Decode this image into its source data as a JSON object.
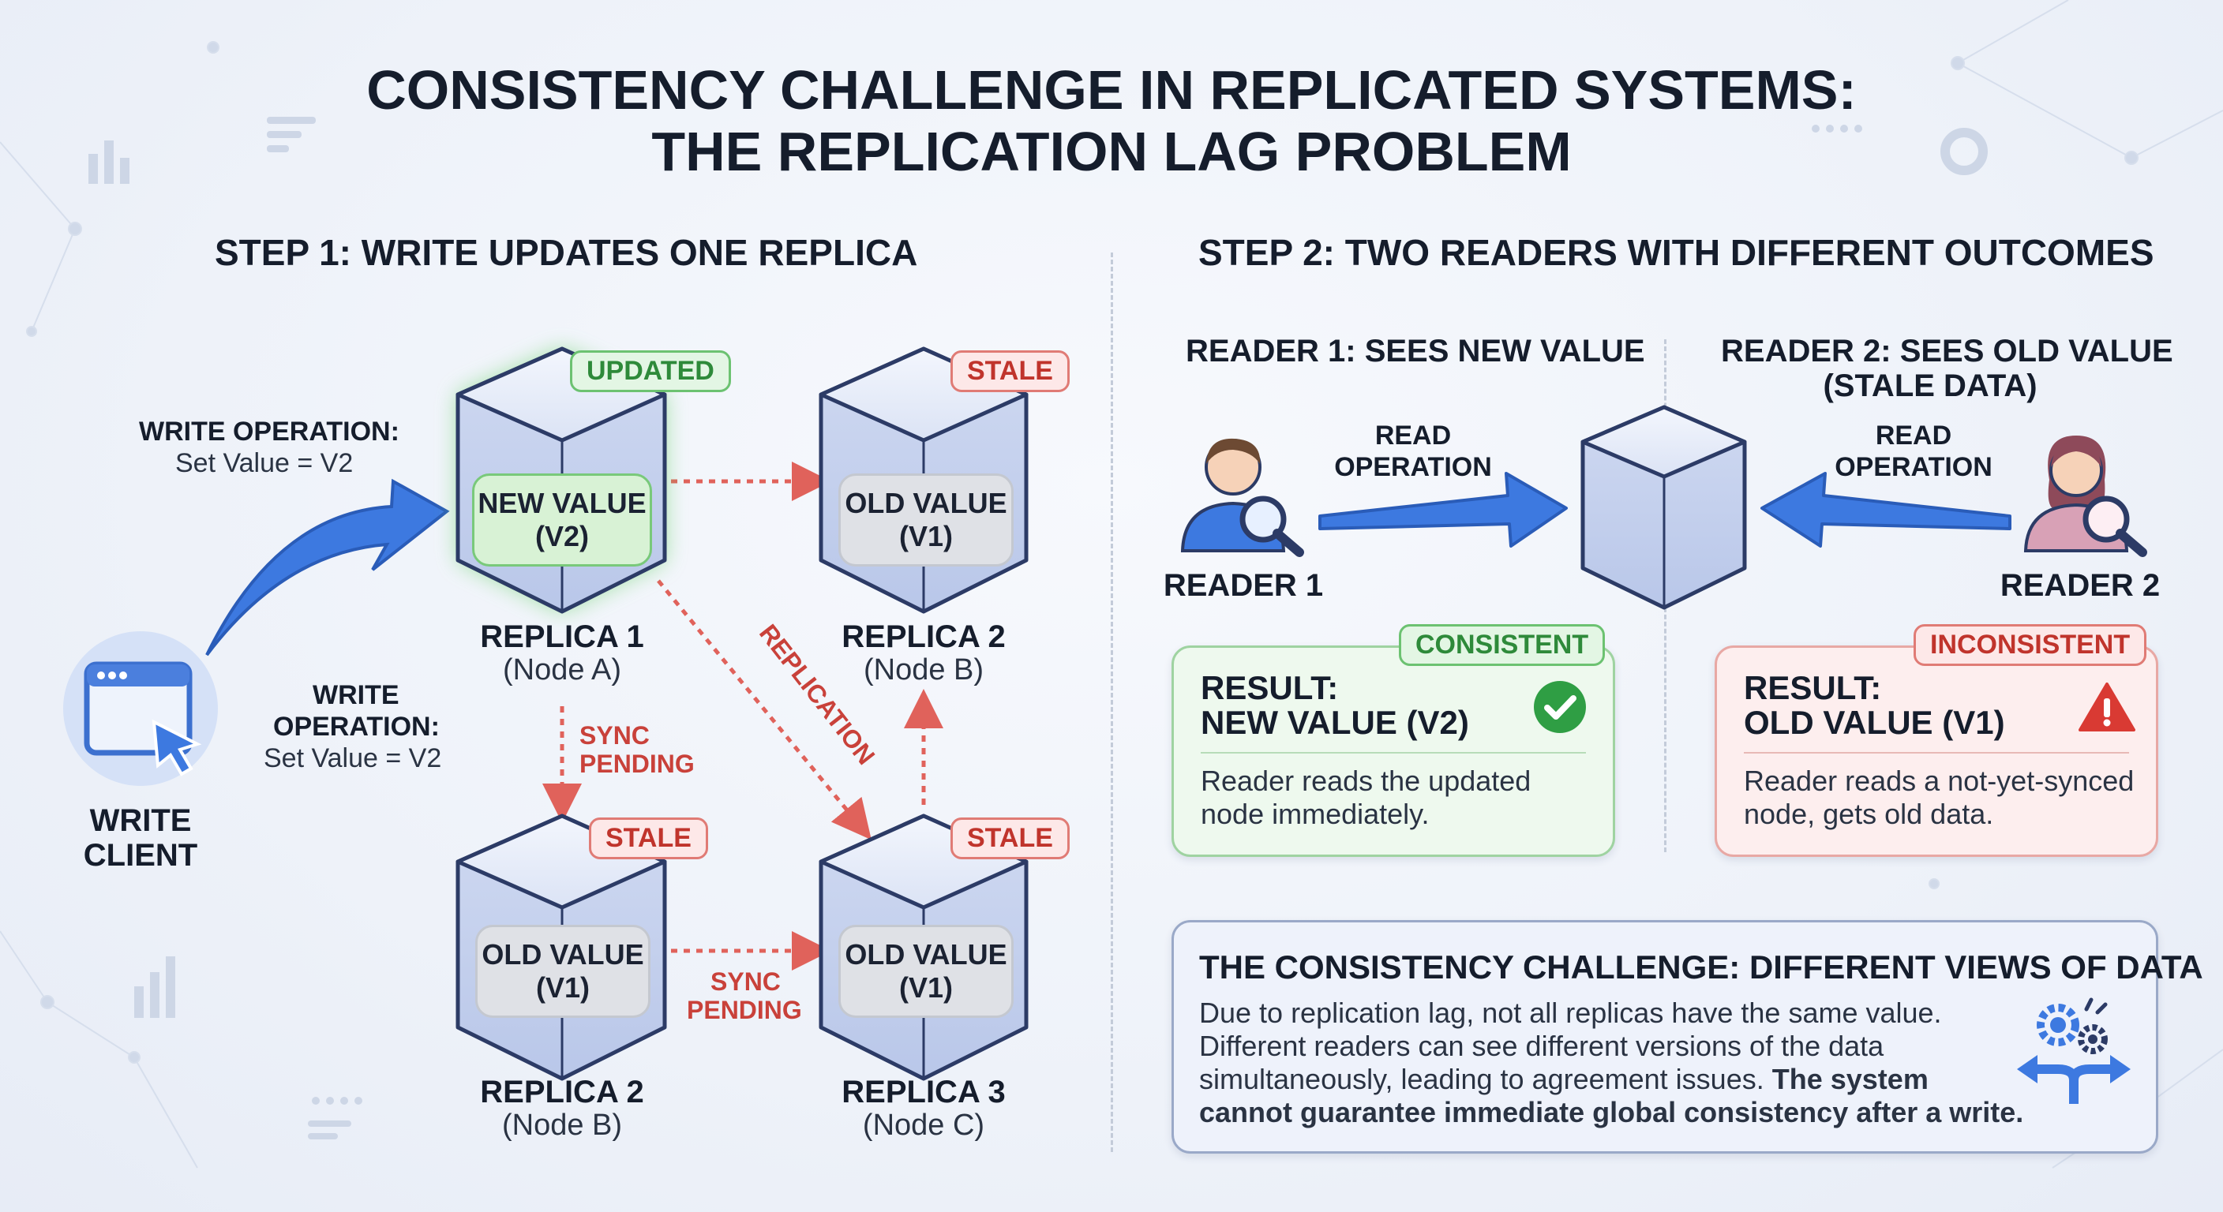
{
  "title": {
    "line1": "CONSISTENCY CHALLENGE IN REPLICATED SYSTEMS:",
    "line2": "THE REPLICATION LAG PROBLEM"
  },
  "step1": {
    "heading": "STEP 1: WRITE UPDATES ONE REPLICA",
    "client_label_1": "WRITE",
    "client_label_2": "CLIENT",
    "write_op_top_title": "WRITE OPERATION:",
    "write_op_top_value": "Set Value = V2",
    "write_op_mid_title_1": "WRITE",
    "write_op_mid_title_2": "OPERATION:",
    "write_op_mid_value": "Set Value = V2",
    "replicas": [
      {
        "tag": "UPDATED",
        "value_1": "NEW VALUE",
        "value_2": "(V2)",
        "name": "REPLICA 1",
        "node": "(Node A)"
      },
      {
        "tag": "STALE",
        "value_1": "OLD VALUE",
        "value_2": "(V1)",
        "name": "REPLICA 2",
        "node": "(Node B)"
      },
      {
        "tag": "STALE",
        "value_1": "OLD VALUE",
        "value_2": "(V1)",
        "name": "REPLICA 2",
        "node": "(Node B)"
      },
      {
        "tag": "STALE",
        "value_1": "OLD VALUE",
        "value_2": "(V1)",
        "name": "REPLICA 3",
        "node": "(Node C)"
      }
    ],
    "sync_pending_1a": "SYNC",
    "sync_pending_1b": "PENDING",
    "sync_pending_2a": "SYNC",
    "sync_pending_2b": "PENDING",
    "replication_label": "REPLICATION"
  },
  "step2": {
    "heading": "STEP 2: TWO READERS WITH DIFFERENT OUTCOMES",
    "reader1_heading": "READER 1: SEES NEW VALUE",
    "reader2_heading_1": "READER 2: SEES OLD VALUE",
    "reader2_heading_2": "(STALE DATA)",
    "read_op_1a": "READ",
    "read_op_1b": "OPERATION",
    "read_op_2a": "READ",
    "read_op_2b": "OPERATION",
    "reader1_label": "READER 1",
    "reader2_label": "READER 2",
    "result1": {
      "tag": "CONSISTENT",
      "title_1": "RESULT:",
      "title_2": "NEW VALUE (V2)",
      "text_1": "Reader reads the updated",
      "text_2": "node immediately."
    },
    "result2": {
      "tag": "INCONSISTENT",
      "title_1": "RESULT:",
      "title_2": "OLD VALUE (V1)",
      "text_1": "Reader reads a not-yet-synced",
      "text_2": "node, gets old data."
    }
  },
  "challenge": {
    "title": "THE CONSISTENCY CHALLENGE: DIFFERENT VIEWS OF DATA",
    "line1": "Due to replication lag, not all replicas have the same value.",
    "line2": "Different readers can see different versions of the data",
    "line3_normal": "simultaneously, leading to agreement issues. ",
    "line3_bold": "The system",
    "line4_bold": "cannot guarantee immediate global consistency after a write."
  },
  "colors": {
    "accent_blue": "#3d79e0",
    "stale_red": "#c9413a",
    "updated_green": "#2e8a3a"
  }
}
